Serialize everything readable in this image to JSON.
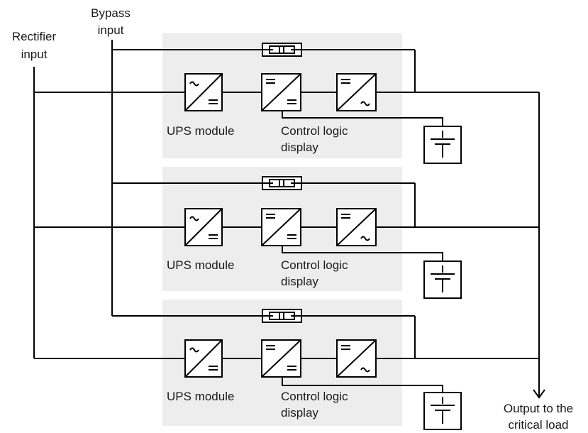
{
  "labels": {
    "rectifier_input_line1": "Rectifier",
    "rectifier_input_line2": "input",
    "bypass_input_line1": "Bypass",
    "bypass_input_line2": "input",
    "output_line1": "Output to the",
    "output_line2": "critical load"
  },
  "modules": [
    {
      "module_label": "UPS module",
      "control_line1": "Control logic",
      "control_line2": "display"
    },
    {
      "module_label": "UPS module",
      "control_line1": "Control logic",
      "control_line2": "display"
    },
    {
      "module_label": "UPS module",
      "control_line1": "Control logic",
      "control_line2": "display"
    }
  ],
  "icons": {
    "rectifier": "ac-to-dc-converter-icon",
    "dc_converter": "dc-to-dc-converter-icon",
    "inverter": "dc-to-ac-inverter-icon",
    "bypass_switch": "static-bypass-switch-icon",
    "battery": "battery-icon"
  },
  "colors": {
    "panel_background": "#ededed",
    "line": "#000000"
  }
}
